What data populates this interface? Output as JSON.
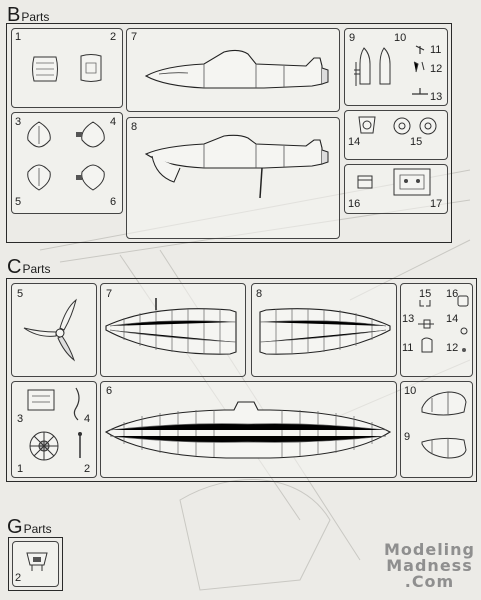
{
  "sections": {
    "b": {
      "letter": "B",
      "label": "Parts"
    },
    "c": {
      "letter": "C",
      "label": "Parts"
    },
    "g": {
      "letter": "G",
      "label": "Parts"
    }
  },
  "b_numbers": {
    "n1": "1",
    "n2": "2",
    "n3": "3",
    "n4": "4",
    "n5": "5",
    "n6": "6",
    "n7": "7",
    "n8": "8",
    "n9": "9",
    "n10": "10",
    "n11": "11",
    "n12": "12",
    "n13": "13",
    "n14": "14",
    "n15": "15",
    "n16": "16",
    "n17": "17"
  },
  "c_numbers": {
    "n1": "1",
    "n2": "2",
    "n3": "3",
    "n4": "4",
    "n5": "5",
    "n6": "6",
    "n7": "7",
    "n8": "8",
    "n9": "9",
    "n10": "10",
    "n11": "11",
    "n12": "12",
    "n13": "13",
    "n14": "14",
    "n15": "15",
    "n16": "16"
  },
  "g_numbers": {
    "n2": "2"
  },
  "watermark": {
    "line1": "Modeling",
    "line2": "Madness",
    "line3": ".Com"
  }
}
